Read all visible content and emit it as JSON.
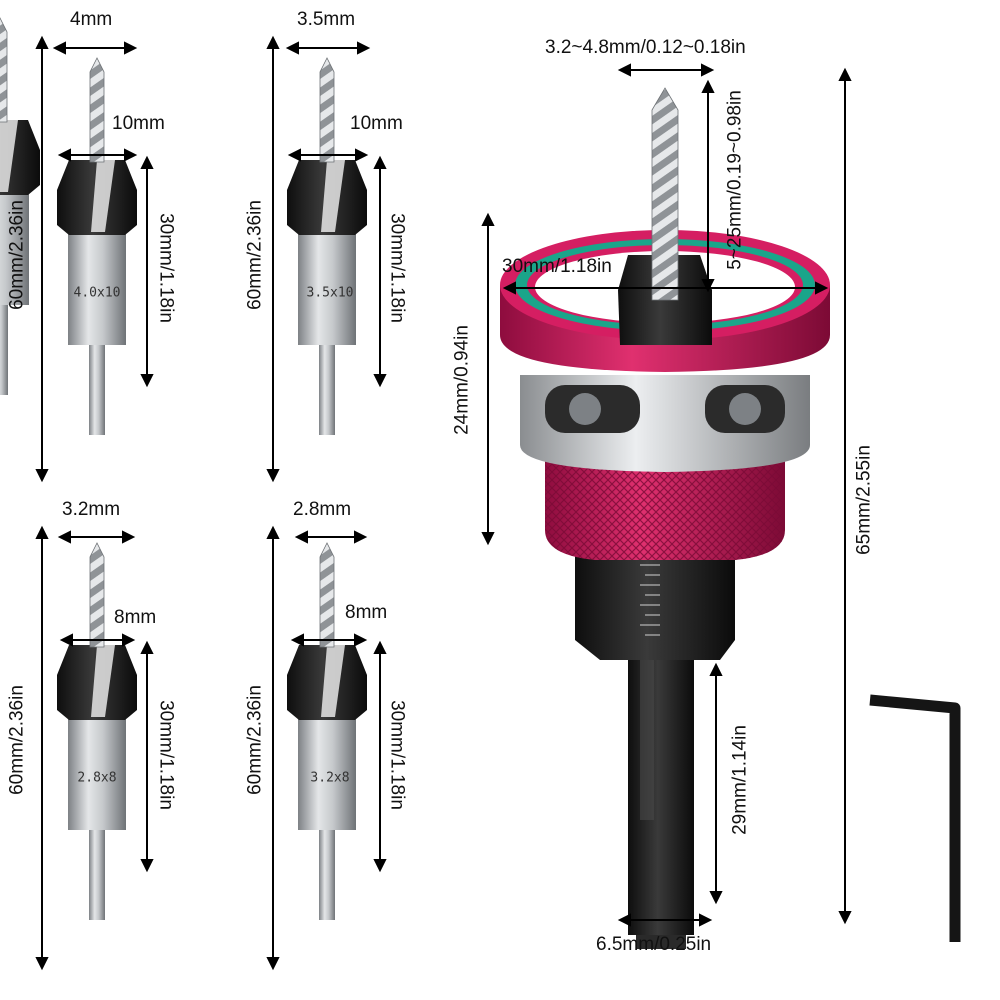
{
  "bits": [
    {
      "diameter": "4mm",
      "drill_length": "10mm",
      "overall_length": "60mm/2.36in",
      "body_length": "30mm/1.18in",
      "engraving": "4.0x10"
    },
    {
      "diameter": "3.5mm",
      "drill_length": "10mm",
      "overall_length": "60mm/2.36in",
      "body_length": "30mm/1.18in",
      "engraving": "3.5x10"
    },
    {
      "diameter": "3.2mm",
      "drill_length": "8mm",
      "overall_length": "60mm/2.36in",
      "body_length": "30mm/1.18in",
      "engraving": "2.8x8"
    },
    {
      "diameter": "2.8mm",
      "drill_length": "8mm",
      "overall_length": "60mm/2.36in",
      "body_length": "30mm/1.18in",
      "engraving": "3.2x8"
    }
  ],
  "collar_tool": {
    "drill_range": "3.2~4.8mm/0.12~0.18in",
    "depth_range": "5~25mm/0.19~0.98in",
    "collar_diameter": "30mm/1.18in",
    "collar_height": "24mm/0.94in",
    "overall_length": "65mm/2.55in",
    "hex_length": "29mm/1.14in",
    "hex_width": "6.5mm/0.25in"
  },
  "colors": {
    "collar": "#c8155a",
    "ring": "#1aa58a",
    "steel": "#b8bcbf",
    "cutter": "#1c1c1c"
  }
}
